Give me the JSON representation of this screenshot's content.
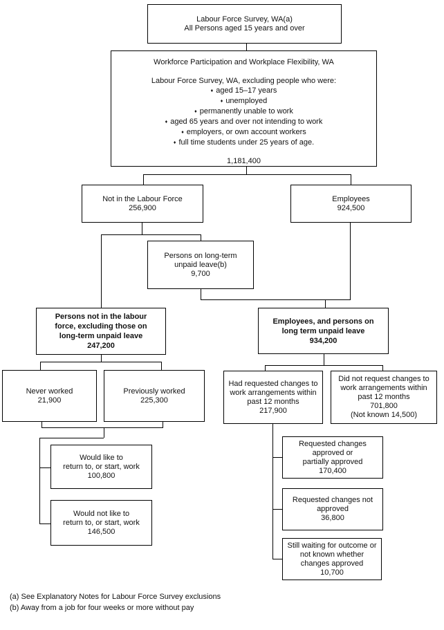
{
  "glyphs": {
    "bullet": "♦"
  },
  "colors": {
    "line": "#000000",
    "text": "#111111",
    "background": "#ffffff"
  },
  "nodes": {
    "root": {
      "lines": [
        "Labour Force Survey, WA(a)",
        "All Persons aged 15 years and over"
      ]
    },
    "scope": {
      "title": "Workforce Participation and Workplace Flexibility, WA",
      "intro": "Labour Force Survey, WA, excluding people who were:",
      "exclusions": [
        "aged 15–17 years",
        "unemployed",
        "permanently unable to work",
        "aged 65 years and over not intending to work",
        "employers, or own account workers",
        "full time students under 25 years of age."
      ],
      "total": "1,181,400"
    },
    "nilf": {
      "lines": [
        "Not in the Labour Force",
        "256,900"
      ]
    },
    "employees": {
      "lines": [
        "Employees",
        "924,500"
      ]
    },
    "longterm_leave": {
      "lines": [
        "Persons on long-term",
        "unpaid leave(b)",
        "9,700"
      ]
    },
    "nilf_excluding_leave": {
      "lines": [
        "Persons not in the labour",
        "force, excluding those on",
        "long-term unpaid leave",
        "247,200"
      ]
    },
    "employees_plus_leave": {
      "lines": [
        "Employees, and persons on",
        "long term unpaid leave",
        "934,200"
      ]
    },
    "never_worked": {
      "lines": [
        "Never worked",
        "21,900"
      ]
    },
    "previously_worked": {
      "lines": [
        "Previously worked",
        "225,300"
      ]
    },
    "would_like": {
      "lines": [
        "Would like to",
        "return to, or start, work",
        "100,800"
      ]
    },
    "would_not_like": {
      "lines": [
        "Would not like to",
        "return to, or start, work",
        "146,500"
      ]
    },
    "had_requested": {
      "lines": [
        "Had requested changes to",
        "work arrangements within",
        "past 12 months",
        "217,900"
      ]
    },
    "did_not_request": {
      "lines": [
        "Did not request changes to",
        "work arrangements within",
        "past 12 months",
        "701,800",
        "(Not known 14,500)"
      ]
    },
    "changes_approved": {
      "lines": [
        "Requested changes",
        "approved or",
        "partially approved",
        "170,400"
      ]
    },
    "changes_not_approved": {
      "lines": [
        "Requested changes not",
        "approved",
        "36,800"
      ]
    },
    "still_waiting": {
      "lines": [
        "Still waiting for outcome or",
        "not known whether",
        "changes approved",
        "10,700"
      ]
    }
  },
  "footnotes": [
    "(a) See Explanatory Notes for Labour Force Survey exclusions",
    "(b) Away from a job for four weeks or more without pay"
  ]
}
